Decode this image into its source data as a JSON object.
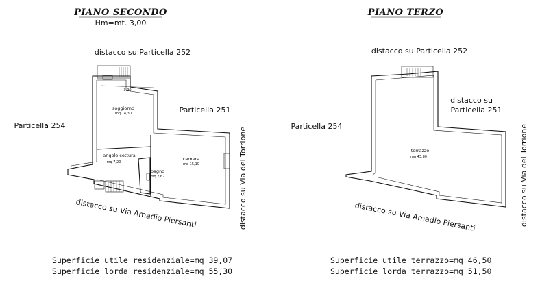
{
  "left_plan": {
    "title": "PIANO SECONDO",
    "height_note": "Hm=mt. 3,00",
    "labels": {
      "top": "distacco su Particella 252",
      "right": "Particella 251",
      "left": "Particella 254",
      "bottom": "distacco su Via Amadio Piersanti",
      "side": "distacco su Via del Torrione"
    },
    "dimension": "3.90",
    "rooms": [
      {
        "name": "soggiorno",
        "area": "mq 14,30"
      },
      {
        "name": "angolo cottura",
        "area": "mq 7,20"
      },
      {
        "name": "bagno",
        "area": "mq 2,67"
      },
      {
        "name": "camera",
        "area": "mq 15,10"
      }
    ],
    "summary": [
      "Superficie utile residenziale=mq 39,07",
      "Superficie lorda residenziale=mq 55,30"
    ]
  },
  "right_plan": {
    "title": "PIANO TERZO",
    "labels": {
      "top": "distacco su Particella 252",
      "right_line1": "distacco su",
      "right_line2": "Particella 251",
      "left": "Particella 254",
      "bottom": "distacco su Via Amadio Piersanti",
      "side": "distacco su Via del Torrione"
    },
    "rooms": [
      {
        "name": "terrazzo",
        "area": "mq 43,80"
      }
    ],
    "summary": [
      "Superficie utile terrazzo=mq 46,50",
      "Superficie lorda terrazzo=mq 51,50"
    ]
  }
}
